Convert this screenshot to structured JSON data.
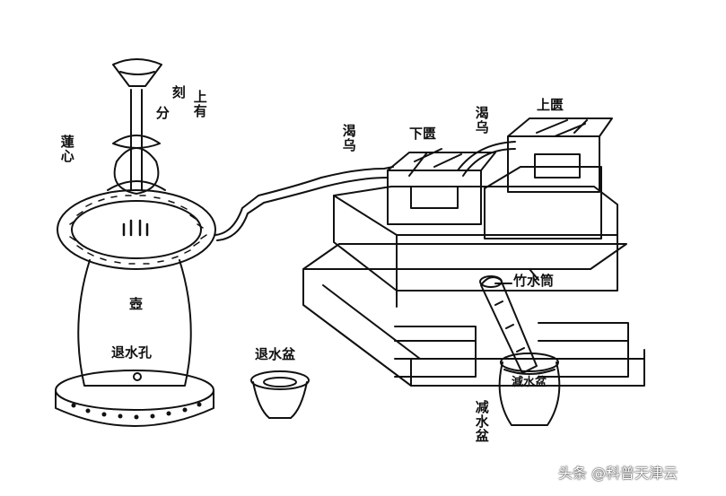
{
  "labels": {
    "ke": "刻",
    "fen": "分",
    "shang_you": "上有",
    "lian_xin": "蓮心",
    "hu": "壺",
    "tui_shui_kong": "退水孔",
    "tui_shui_pen": "退水盆",
    "ke_wu_left": "渴乌",
    "ke_wu_right": "渴乌",
    "xia_gui": "下匮",
    "shang_gui": "上匮",
    "zhu_shui_tong": "竹水筒",
    "jian_shui_pen": "减水盆",
    "jar_text": "減水盆"
  },
  "watermark": "头条 @科普天津云",
  "colors": {
    "ink": "#111111",
    "paper": "#ffffff"
  }
}
